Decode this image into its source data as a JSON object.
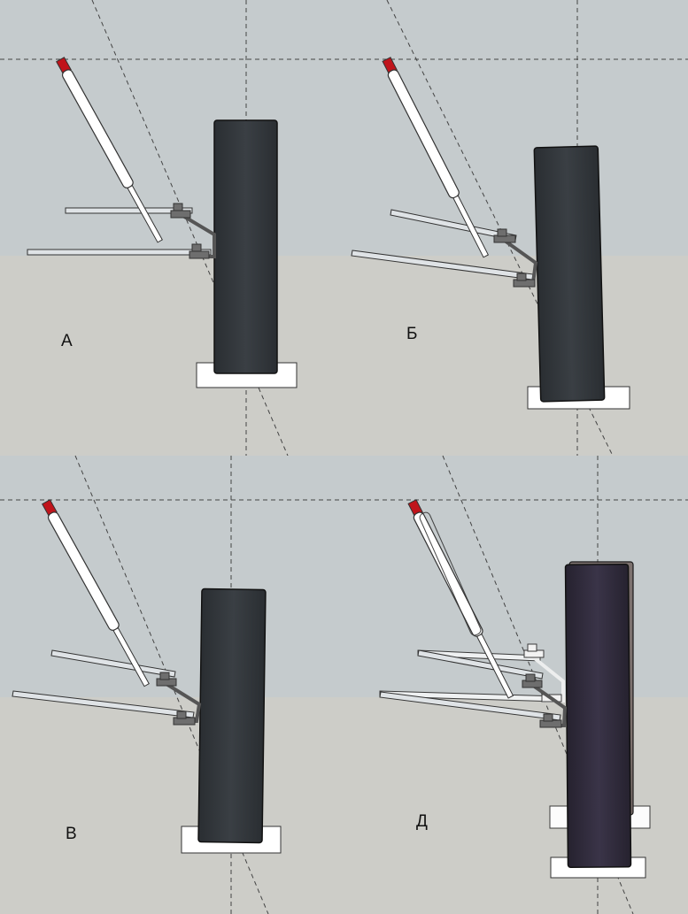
{
  "panels": [
    {
      "id": "a",
      "label": "А"
    },
    {
      "id": "b",
      "label": "Б"
    },
    {
      "id": "v",
      "label": "В"
    },
    {
      "id": "d",
      "label": "Д"
    }
  ],
  "colors": {
    "sky": "#c5cbcd",
    "ground": "#cdcdc8",
    "tire": "#2e3236",
    "tire_dark_panel": "#2d2a3a",
    "strut_cap": "#c0141b",
    "bracket": "#6e6e6e",
    "arm": "#dfe3e6",
    "pad": "#ffffff"
  },
  "icons": [
    "wheel-shape",
    "shock-absorber-shape",
    "control-arm-shape",
    "ground-pad-shape"
  ]
}
